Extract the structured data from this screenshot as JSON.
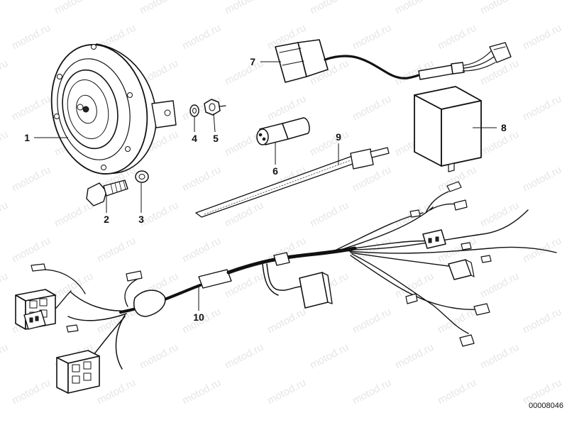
{
  "diagram": {
    "part_labels": [
      "1",
      "2",
      "3",
      "4",
      "5",
      "6",
      "7",
      "8",
      "9",
      "10"
    ],
    "reference_number": "00008046",
    "watermark": "motod.ru"
  }
}
